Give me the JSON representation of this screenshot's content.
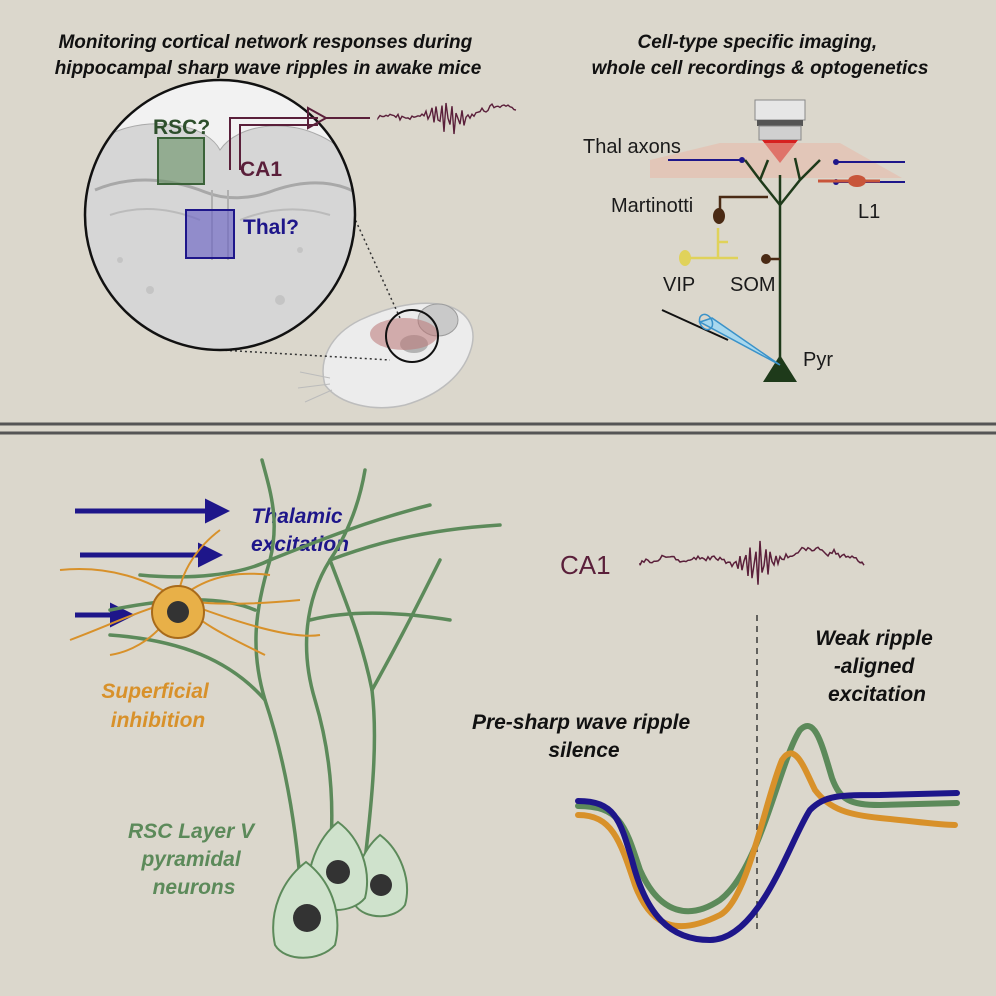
{
  "panel_top": {
    "left_title": [
      "Monitoring cortical network responses during",
      "hippocampal sharp wave ripples in awake mice"
    ],
    "right_title": [
      "Cell-type specific imaging,",
      "whole cell recordings & optogenetics"
    ],
    "brain_labels": {
      "rsc": "RSC?",
      "ca1": "CA1",
      "thal": "Thal?"
    },
    "circuit_labels": {
      "thal_axons": "Thal axons",
      "martinotti": "Martinotti",
      "l1": "L1",
      "vip": "VIP",
      "som": "SOM",
      "pyr": "Pyr"
    }
  },
  "panel_bottom": {
    "thalamic": [
      "Thalamic",
      "excitation"
    ],
    "superficial": [
      "Superficial",
      "inhibition"
    ],
    "rsc": [
      "RSC Layer V",
      "pyramidal",
      "neurons"
    ],
    "ca1": "CA1",
    "weak": [
      "Weak ripple",
      "-aligned",
      "excitation"
    ],
    "pre": [
      "Pre-sharp wave ripple",
      "silence"
    ]
  },
  "colors": {
    "background": "#dbd7cc",
    "divider": "#555555",
    "rsc_green": "#5c8a5a",
    "ca1_maroon": "#5a1f3a",
    "thal_blue": "#1e168a",
    "orange": "#d8912a",
    "l1_red": "#c8553a",
    "vip_yellow": "#e0d25a",
    "pyr_dark_green": "#1e3a1a"
  }
}
